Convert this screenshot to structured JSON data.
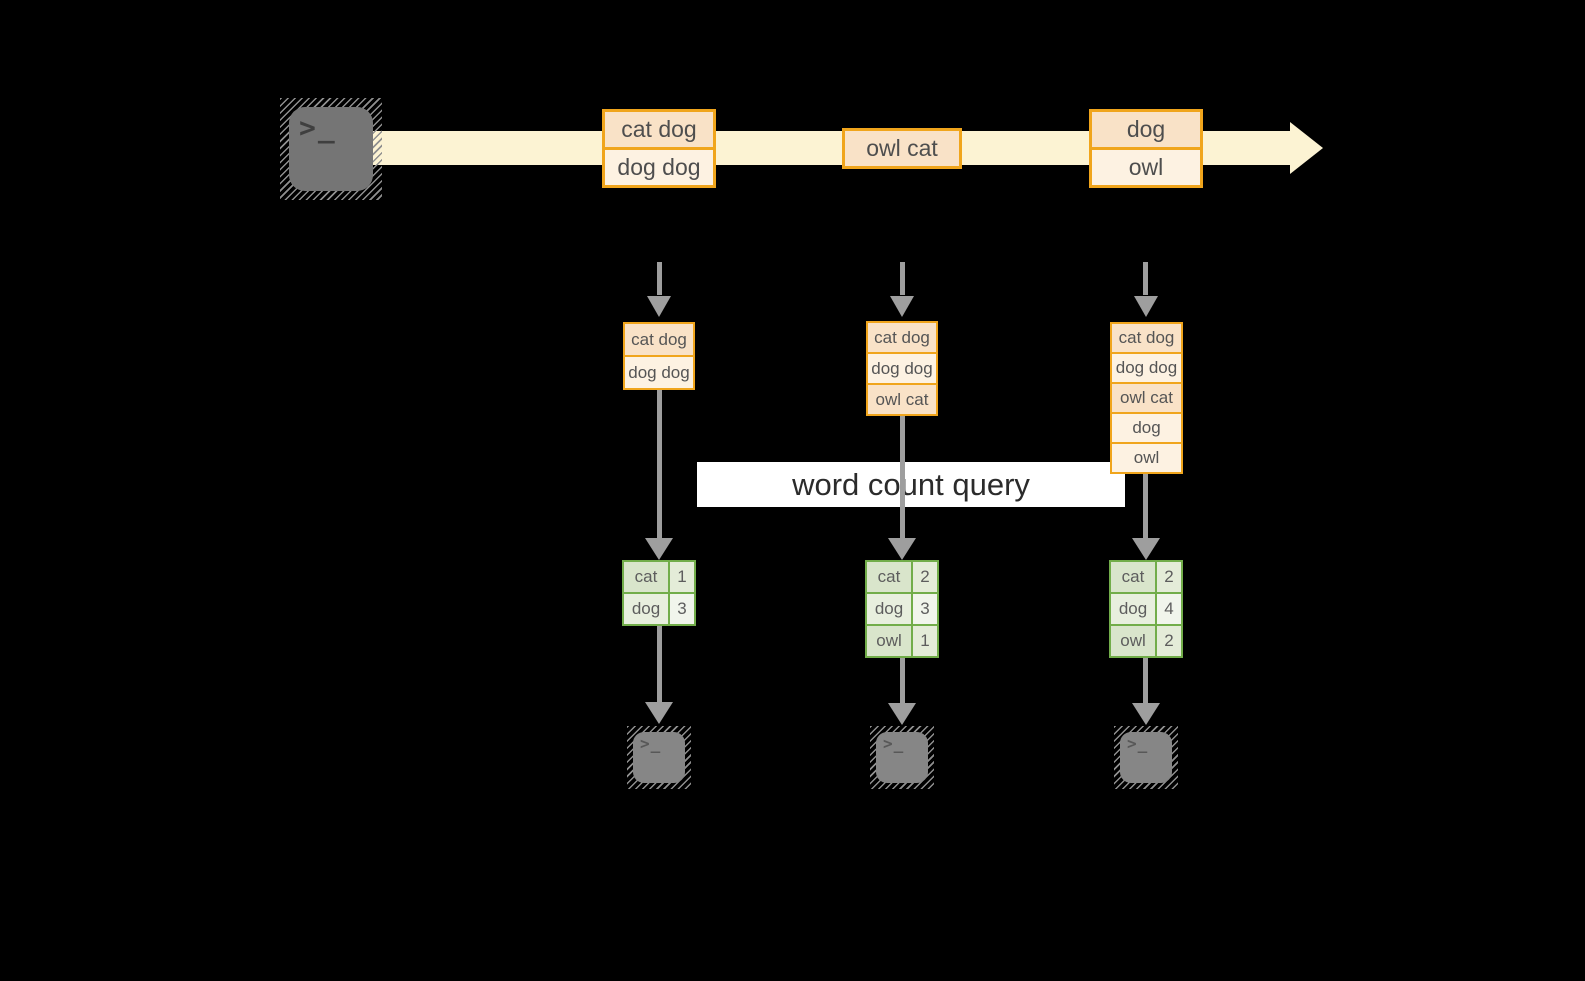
{
  "query": {
    "label": "word count query"
  },
  "source": {
    "prompt_glyph": ">_"
  },
  "stream": {
    "records": [
      {
        "rows": [
          {
            "text": "cat dog",
            "tone": "dark"
          },
          {
            "text": "dog dog",
            "tone": "light"
          }
        ]
      },
      {
        "rows": [
          {
            "text": "owl cat",
            "tone": "dark"
          }
        ]
      },
      {
        "rows": [
          {
            "text": "dog",
            "tone": "dark"
          },
          {
            "text": "owl",
            "tone": "light"
          }
        ]
      }
    ]
  },
  "columns": [
    {
      "state_rows": [
        {
          "text": "cat dog",
          "tone": "dark"
        },
        {
          "text": "dog dog",
          "tone": "light"
        }
      ],
      "result_rows": [
        {
          "word": "cat",
          "count": "1"
        },
        {
          "word": "dog",
          "count": "3"
        }
      ],
      "sink_prompt": ">_"
    },
    {
      "state_rows": [
        {
          "text": "cat dog",
          "tone": "dark"
        },
        {
          "text": "dog dog",
          "tone": "light"
        },
        {
          "text": "owl cat",
          "tone": "dark"
        }
      ],
      "result_rows": [
        {
          "word": "cat",
          "count": "2"
        },
        {
          "word": "dog",
          "count": "3"
        },
        {
          "word": "owl",
          "count": "1"
        }
      ],
      "sink_prompt": ">_"
    },
    {
      "state_rows": [
        {
          "text": "cat dog",
          "tone": "dark"
        },
        {
          "text": "dog dog",
          "tone": "light"
        },
        {
          "text": "owl cat",
          "tone": "dark"
        },
        {
          "text": "dog",
          "tone": "light"
        },
        {
          "text": "owl",
          "tone": "light"
        }
      ],
      "result_rows": [
        {
          "word": "cat",
          "count": "2"
        },
        {
          "word": "dog",
          "count": "4"
        },
        {
          "word": "owl",
          "count": "2"
        }
      ],
      "sink_prompt": ">_"
    }
  ],
  "colors": {
    "background": "#000000",
    "orange_border": "#f0a51c",
    "peach_fill": "#f9e2c7",
    "cream_fill": "#fdf2e2",
    "stream_band": "#fcf3d3",
    "green_border": "#72ad4a",
    "green_cell_dark": "#d9e5cb",
    "green_cell_light": "#f1f5ec",
    "arrow_gray": "#9e9e9e",
    "query_band_bg": "#ffffff",
    "terminal_gray": "#757575"
  }
}
